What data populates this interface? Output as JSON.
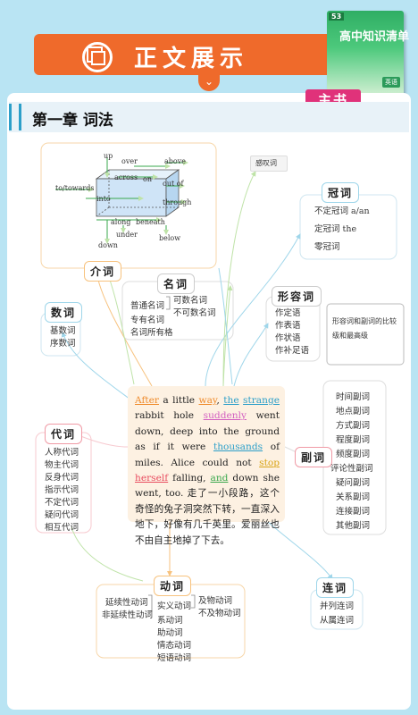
{
  "header": {
    "banner_title": "正文展示"
  },
  "book": {
    "badge": "53",
    "title": "高中知识清单",
    "subject": "英语",
    "tab": "主书"
  },
  "chapter": {
    "title": "第一章 词法"
  },
  "diagram": {
    "labels": [
      "up",
      "over",
      "above",
      "across",
      "on",
      "out of",
      "to/towards",
      "into",
      "through",
      "along",
      "beneath",
      "under",
      "below",
      "down"
    ]
  },
  "interjection": "感叹词",
  "nodes": {
    "preposition": {
      "title": "介词"
    },
    "article": {
      "title": "冠词",
      "items": [
        "不定冠词 a/an",
        "定冠词 the",
        "零冠词"
      ]
    },
    "noun": {
      "title": "名词",
      "common": "普通名词",
      "countable": "可数名词",
      "uncountable": "不可数名词",
      "proper": "专有名词",
      "possessive": "名词所有格"
    },
    "adjective": {
      "title": "形容词",
      "items": [
        "作定语",
        "作表语",
        "作状语",
        "作补足语"
      ],
      "note": "形容词和副词的比较级和最高级"
    },
    "numeral": {
      "title": "数词",
      "items": [
        "基数词",
        "序数词"
      ]
    },
    "pronoun": {
      "title": "代词",
      "items": [
        "人称代词",
        "物主代词",
        "反身代词",
        "指示代词",
        "不定代词",
        "疑问代词",
        "相互代词"
      ]
    },
    "adverb": {
      "title": "副词",
      "items": [
        "时间副词",
        "地点副词",
        "方式副词",
        "程度副词",
        "频度副词",
        "评论性副词",
        "疑问副词",
        "关系副词",
        "连接副词",
        "其他副词"
      ]
    },
    "verb": {
      "title": "动词",
      "continuative": "延续性动词",
      "noncontinuative": "非延续性动词",
      "notional": "实义动词",
      "transitive": "及物动词",
      "intransitive": "不及物动词",
      "others": [
        "系动词",
        "助动词",
        "情态动词",
        "短语动词"
      ]
    },
    "conjunction": {
      "title": "连词",
      "items": [
        "并列连词",
        "从属连词"
      ]
    }
  },
  "passage": {
    "w_after": "After",
    "t1": " a little ",
    "w_way": "way",
    "t2": ", ",
    "w_the": "the",
    "t3": " ",
    "w_strange": "strange",
    "t4": " rabbit hole ",
    "w_suddenly": "suddenly",
    "t5": " went down, deep into the ground as if it were ",
    "w_thousands": "thousands",
    "t6": " of miles. Alice could not ",
    "w_stop": "stop",
    "t7": " ",
    "w_herself": "herself",
    "t8": " falling, ",
    "w_and": "and",
    "t9": " down she went, too. 走了一小段路，这个奇怪的兔子洞突然下转，一直深入地下，好像有几千英里。爱丽丝也不由自主地掉了下去。"
  },
  "colors": {
    "orange": "#ef6a2b",
    "blue": "#2c9fc9",
    "pink": "#e0327a",
    "green": "#3aa84d"
  }
}
